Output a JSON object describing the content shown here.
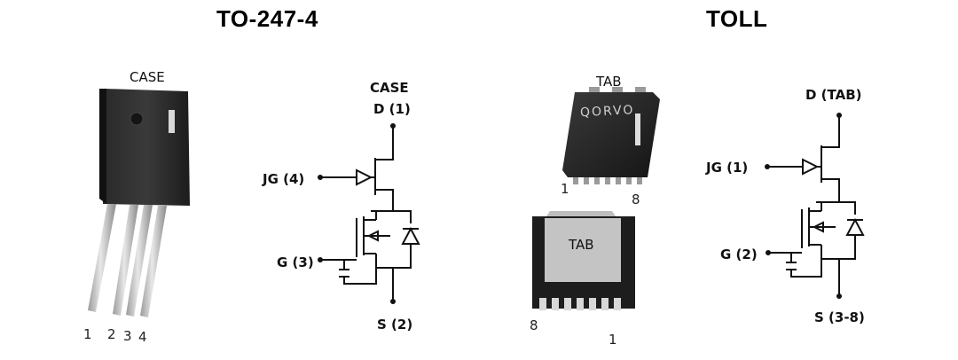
{
  "packages": [
    {
      "title": "TO-247-4",
      "photo": {
        "case_label": "CASE",
        "pins": [
          "1",
          "2",
          "3",
          "4"
        ]
      },
      "schematic": {
        "top_label": "CASE",
        "drain": "D (1)",
        "jfet_gate": "JG  (4)",
        "mos_gate": "G (3)",
        "source": "S (2)"
      }
    },
    {
      "title": "TOLL",
      "photo": {
        "tab_label_top": "TAB",
        "logo_text": "QORVO",
        "tab_label_bottom": "TAB",
        "pins_top": [
          "1",
          "8"
        ],
        "pins_bottom": [
          "8",
          "1"
        ]
      },
      "schematic": {
        "drain": "D (TAB)",
        "jfet_gate": "JG  (1)",
        "mos_gate": "G (2)",
        "source": "S (3-8)"
      }
    }
  ]
}
